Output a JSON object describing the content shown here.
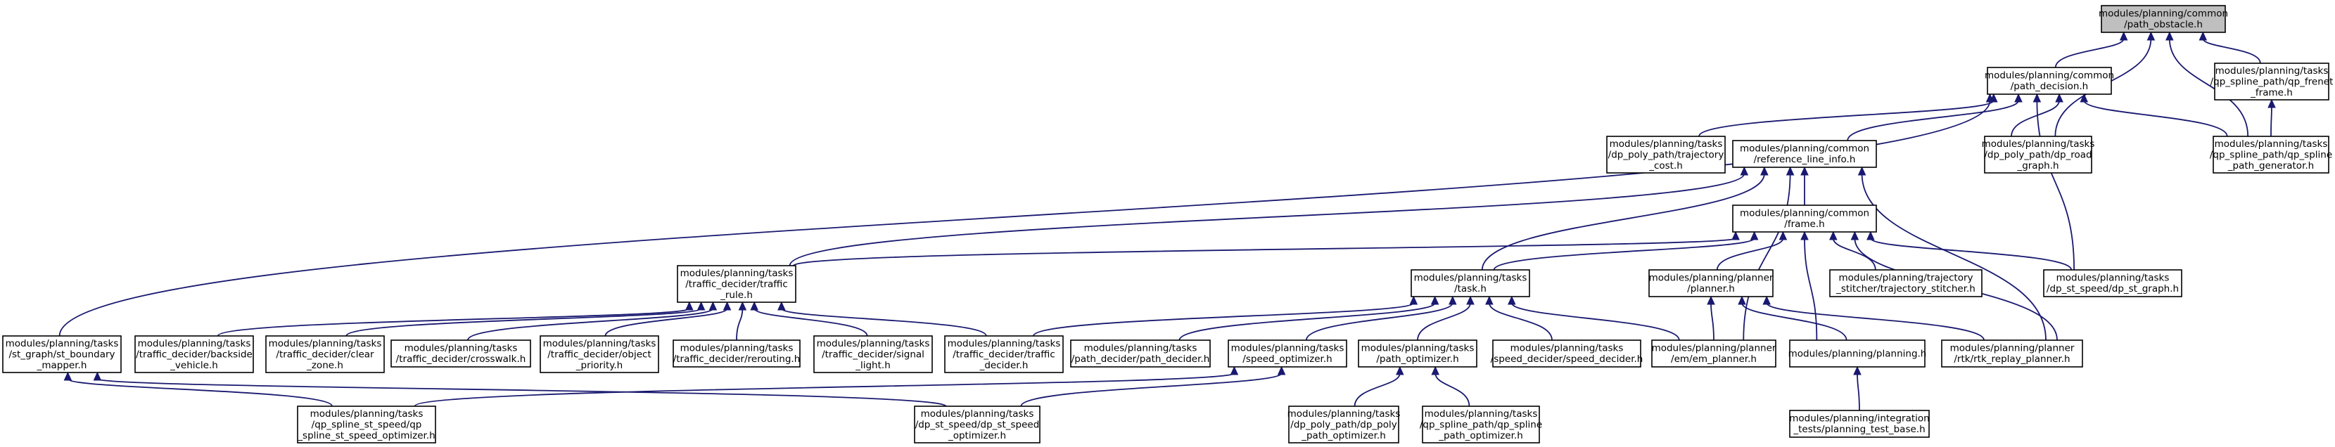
{
  "diagram": {
    "type": "include-dependency-graph",
    "colors": {
      "edge": "#191970",
      "root_fill": "#bfbfbf",
      "node_fill": "#ffffff",
      "node_border": "#000000"
    },
    "nodes": {
      "path_obstacle": {
        "lines": [
          "modules/planning/common",
          "/path_obstacle.h"
        ],
        "root": true
      },
      "path_decision": {
        "lines": [
          "modules/planning/common",
          "/path_decision.h"
        ]
      },
      "qp_frenet_frame": {
        "lines": [
          "modules/planning/tasks",
          "/qp_spline_path/qp_frenet",
          "_frame.h"
        ]
      },
      "dp_trajectory_cost": {
        "lines": [
          "modules/planning/tasks",
          "/dp_poly_path/trajectory",
          "_cost.h"
        ]
      },
      "reference_line_info": {
        "lines": [
          "modules/planning/common",
          "/reference_line_info.h"
        ]
      },
      "dp_road_graph": {
        "lines": [
          "modules/planning/tasks",
          "/dp_poly_path/dp_road",
          "_graph.h"
        ]
      },
      "qp_spline_path_generator": {
        "lines": [
          "modules/planning/tasks",
          "/qp_spline_path/qp_spline",
          "_path_generator.h"
        ]
      },
      "frame": {
        "lines": [
          "modules/planning/common",
          "/frame.h"
        ]
      },
      "traffic_rule": {
        "lines": [
          "modules/planning/tasks",
          "/traffic_decider/traffic",
          "_rule.h"
        ]
      },
      "task": {
        "lines": [
          "modules/planning/tasks",
          "/task.h"
        ]
      },
      "planner": {
        "lines": [
          "modules/planning/planner",
          "/planner.h"
        ]
      },
      "trajectory_stitcher": {
        "lines": [
          "modules/planning/trajectory",
          "_stitcher/trajectory_stitcher.h"
        ]
      },
      "dp_st_graph": {
        "lines": [
          "modules/planning/tasks",
          "/dp_st_speed/dp_st_graph.h"
        ]
      },
      "st_boundary_mapper": {
        "lines": [
          "modules/planning/tasks",
          "/st_graph/st_boundary",
          "_mapper.h"
        ]
      },
      "backside_vehicle": {
        "lines": [
          "modules/planning/tasks",
          "/traffic_decider/backside",
          "_vehicle.h"
        ]
      },
      "clear_zone": {
        "lines": [
          "modules/planning/tasks",
          "/traffic_decider/clear",
          "_zone.h"
        ]
      },
      "crosswalk": {
        "lines": [
          "modules/planning/tasks",
          "/traffic_decider/crosswalk.h"
        ]
      },
      "object_priority": {
        "lines": [
          "modules/planning/tasks",
          "/traffic_decider/object",
          "_priority.h"
        ]
      },
      "rerouting": {
        "lines": [
          "modules/planning/tasks",
          "/traffic_decider/rerouting.h"
        ]
      },
      "signal_light": {
        "lines": [
          "modules/planning/tasks",
          "/traffic_decider/signal",
          "_light.h"
        ]
      },
      "traffic_decider": {
        "lines": [
          "modules/planning/tasks",
          "/traffic_decider/traffic",
          "_decider.h"
        ]
      },
      "path_decider": {
        "lines": [
          "modules/planning/tasks",
          "/path_decider/path_decider.h"
        ]
      },
      "speed_optimizer": {
        "lines": [
          "modules/planning/tasks",
          "/speed_optimizer.h"
        ]
      },
      "path_optimizer": {
        "lines": [
          "modules/planning/tasks",
          "/path_optimizer.h"
        ]
      },
      "speed_decider": {
        "lines": [
          "modules/planning/tasks",
          "/speed_decider/speed_decider.h"
        ]
      },
      "em_planner": {
        "lines": [
          "modules/planning/planner",
          "/em/em_planner.h"
        ]
      },
      "planning": {
        "lines": [
          "modules/planning/planning.h"
        ]
      },
      "rtk_replay_planner": {
        "lines": [
          "modules/planning/planner",
          "/rtk/rtk_replay_planner.h"
        ]
      },
      "qp_spline_st_speed_optimizer": {
        "lines": [
          "modules/planning/tasks",
          "/qp_spline_st_speed/qp",
          "_spline_st_speed_optimizer.h"
        ]
      },
      "dp_st_speed_optimizer": {
        "lines": [
          "modules/planning/tasks",
          "/dp_st_speed/dp_st_speed",
          "_optimizer.h"
        ]
      },
      "dp_poly_path_optimizer": {
        "lines": [
          "modules/planning/tasks",
          "/dp_poly_path/dp_poly",
          "_path_optimizer.h"
        ]
      },
      "qp_spline_path_optimizer": {
        "lines": [
          "modules/planning/tasks",
          "/qp_spline_path/qp_spline",
          "_path_optimizer.h"
        ]
      },
      "planning_test_base": {
        "lines": [
          "modules/planning/integration",
          "_tests/planning_test_base.h"
        ]
      }
    },
    "edges": [
      [
        "path_obstacle",
        "path_decision"
      ],
      [
        "path_obstacle",
        "qp_frenet_frame"
      ],
      [
        "path_obstacle",
        "dp_road_graph"
      ],
      [
        "path_obstacle",
        "qp_spline_path_generator"
      ],
      [
        "path_decision",
        "dp_trajectory_cost"
      ],
      [
        "path_decision",
        "reference_line_info"
      ],
      [
        "path_decision",
        "dp_road_graph"
      ],
      [
        "path_decision",
        "qp_spline_path_generator"
      ],
      [
        "path_decision",
        "dp_st_graph"
      ],
      [
        "path_decision",
        "st_boundary_mapper"
      ],
      [
        "qp_frenet_frame",
        "qp_spline_path_generator"
      ],
      [
        "reference_line_info",
        "frame"
      ],
      [
        "reference_line_info",
        "traffic_rule"
      ],
      [
        "reference_line_info",
        "task"
      ],
      [
        "reference_line_info",
        "em_planner"
      ],
      [
        "reference_line_info",
        "rtk_replay_planner"
      ],
      [
        "frame",
        "traffic_rule"
      ],
      [
        "frame",
        "task"
      ],
      [
        "frame",
        "planner"
      ],
      [
        "frame",
        "trajectory_stitcher"
      ],
      [
        "frame",
        "dp_st_graph"
      ],
      [
        "frame",
        "planning"
      ],
      [
        "frame",
        "rtk_replay_planner"
      ],
      [
        "traffic_rule",
        "backside_vehicle"
      ],
      [
        "traffic_rule",
        "clear_zone"
      ],
      [
        "traffic_rule",
        "crosswalk"
      ],
      [
        "traffic_rule",
        "object_priority"
      ],
      [
        "traffic_rule",
        "rerouting"
      ],
      [
        "traffic_rule",
        "signal_light"
      ],
      [
        "traffic_rule",
        "traffic_decider"
      ],
      [
        "task",
        "traffic_decider"
      ],
      [
        "task",
        "path_decider"
      ],
      [
        "task",
        "speed_optimizer"
      ],
      [
        "task",
        "path_optimizer"
      ],
      [
        "task",
        "speed_decider"
      ],
      [
        "task",
        "em_planner"
      ],
      [
        "planner",
        "em_planner"
      ],
      [
        "planner",
        "planning"
      ],
      [
        "planner",
        "rtk_replay_planner"
      ],
      [
        "speed_optimizer",
        "qp_spline_st_speed_optimizer"
      ],
      [
        "speed_optimizer",
        "dp_st_speed_optimizer"
      ],
      [
        "path_optimizer",
        "dp_poly_path_optimizer"
      ],
      [
        "path_optimizer",
        "qp_spline_path_optimizer"
      ],
      [
        "st_boundary_mapper",
        "qp_spline_st_speed_optimizer"
      ],
      [
        "st_boundary_mapper",
        "dp_st_speed_optimizer"
      ],
      [
        "planning",
        "planning_test_base"
      ]
    ]
  }
}
